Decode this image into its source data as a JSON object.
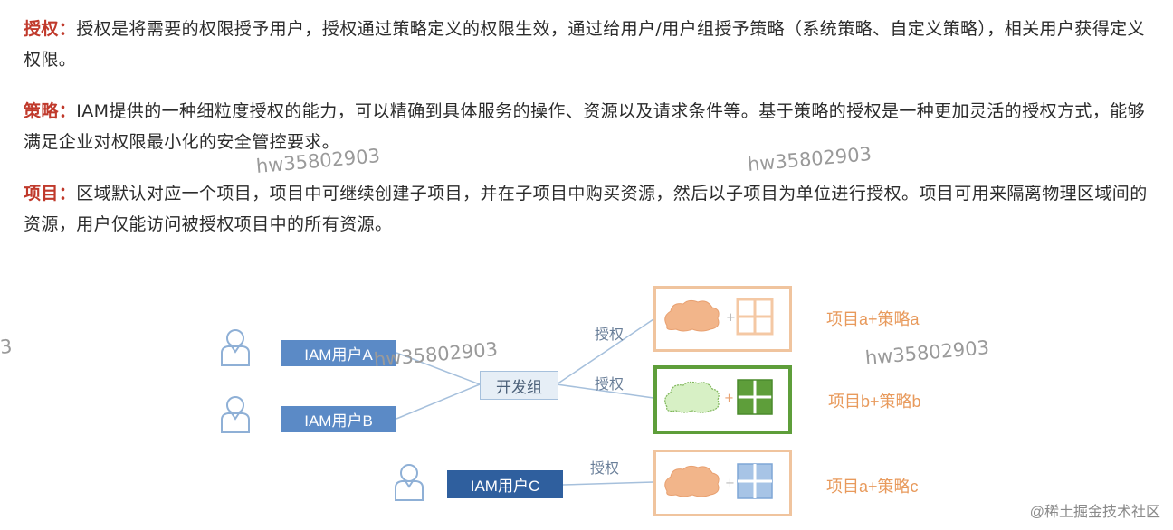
{
  "paragraphs": [
    {
      "term": "授权：",
      "text": "授权是将需要的权限授予用户，授权通过策略定义的权限生效，通过给用户/用户组授予策略（系统策略、自定义策略），相关用户获得定义权限。"
    },
    {
      "term": "策略：",
      "text": "IAM提供的一种细粒度授权的能力，可以精确到具体服务的操作、资源以及请求条件等。基于策略的授权是一种更加灵活的授权方式，能够满足企业对权限最小化的安全管控要求。"
    },
    {
      "term": "项目：",
      "text": "区域默认对应一个项目，项目中可继续创建子项目，并在子项目中购买资源，然后以子项目为单位进行授权。项目可用来隔离物理区域间的资源，用户仅能访问被授权项目中的所有资源。"
    }
  ],
  "watermarks": [
    "hw35802903",
    "hw35802903",
    "hw35802903",
    "hw35802903",
    "3"
  ],
  "diagram": {
    "users": [
      {
        "label": "IAM用户A",
        "color": "#5b8ac6"
      },
      {
        "label": "IAM用户B",
        "color": "#5b8ac6"
      },
      {
        "label": "IAM用户C",
        "color": "#2f5f9e"
      }
    ],
    "group": {
      "label": "开发组"
    },
    "edge_labels": [
      "授权",
      "授权",
      "授权"
    ],
    "projects": [
      {
        "label": "项目a+策略a",
        "border_color": "#f0c49e",
        "cloud_color": "#f2b58a",
        "policy_color": "#f4c8a4",
        "label_color": "#e89a5c"
      },
      {
        "label": "项目b+策略b",
        "border_color": "#5e9e3a",
        "cloud_color": "#d7f0c5",
        "policy_color": "#5e9e3a",
        "label_color": "#e89a5c"
      },
      {
        "label": "项目a+策略c",
        "border_color": "#f0c49e",
        "cloud_color": "#f2b58a",
        "policy_color": "#a7c4e6",
        "label_color": "#e89a5c"
      }
    ],
    "plus_sign": "+",
    "line_color": "#a6c0dc",
    "person_icon_color": "#8fb0d6"
  },
  "footer": "@稀土掘金技术社区"
}
